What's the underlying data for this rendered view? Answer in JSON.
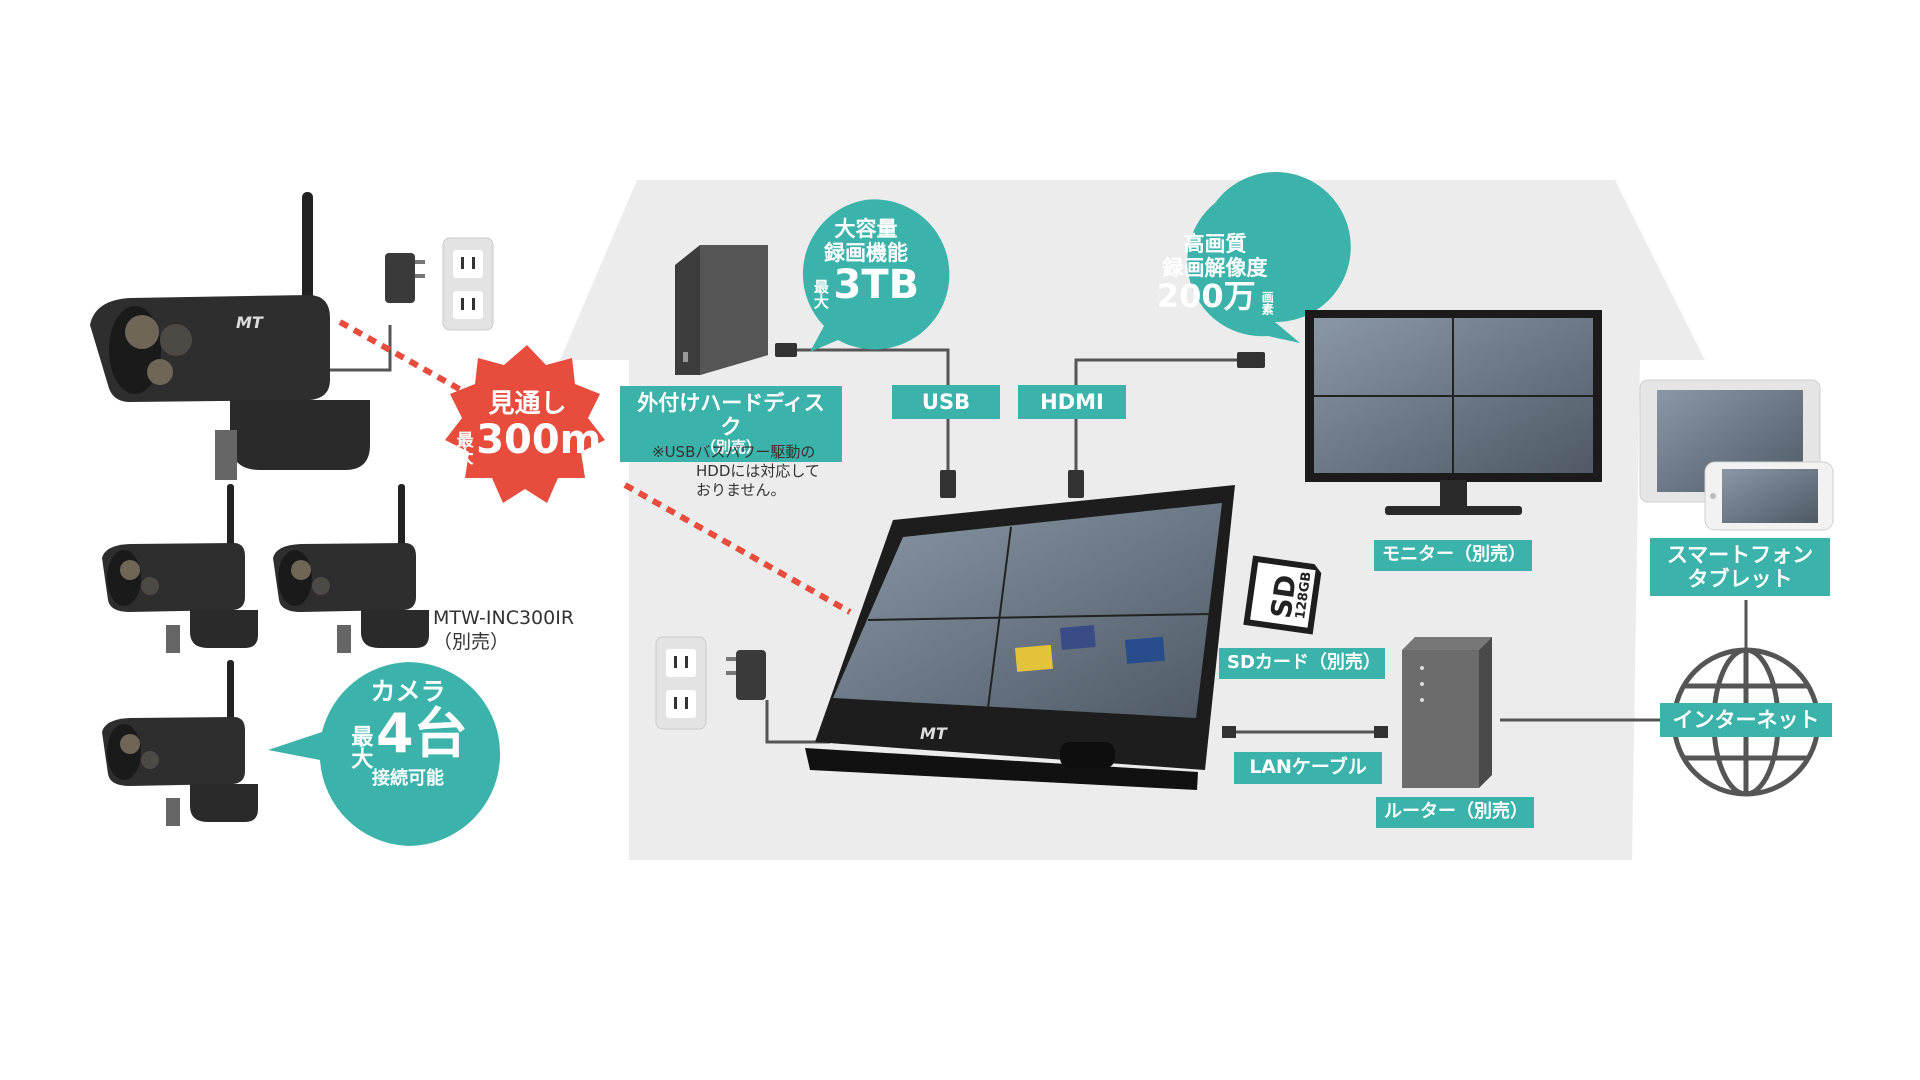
{
  "colors": {
    "teal": "#3bb3aa",
    "red": "#e74c3c",
    "house_bg": "#ececec",
    "device_dark": "#2a2a2a",
    "cable": "#555555"
  },
  "icons": {
    "camera": "security-camera-icon",
    "adapter": "ac-adapter-icon",
    "outlet": "wall-outlet-icon",
    "hdd": "external-hdd-icon",
    "monitor": "monitor-icon",
    "tablet": "tablet-icon",
    "router": "router-icon",
    "globe": "globe-icon",
    "sd": "sd-card-icon"
  },
  "bubbles": {
    "range": {
      "line1": "見通し",
      "prefix": "最大",
      "value": "300m"
    },
    "storage": {
      "line1": "大容量",
      "line2": "録画機能",
      "prefix": "最大",
      "value": "3TB"
    },
    "resolution": {
      "line1": "高画質",
      "line2": "録画解像度",
      "value": "200万",
      "suffix": "画素"
    },
    "cameras": {
      "line1": "カメラ",
      "prefix": "最大",
      "value": "4台",
      "line3": "接続可能"
    }
  },
  "labels": {
    "hdd": "外付けハードディスク",
    "hdd_sub": "（別売）",
    "usb": "USB",
    "hdmi": "HDMI",
    "monitor": "モニター（別売）",
    "smartphone": "スマートフォン",
    "tablet": "タブレット",
    "sd": "SDカード（別売）",
    "lan": "LANケーブル",
    "router": "ルーター（別売）",
    "internet": "インターネット"
  },
  "notes": {
    "hdd_note_1": "※USBバスパワー駆動の",
    "hdd_note_2": "HDDには対応して",
    "hdd_note_3": "おりません。",
    "camera_model": "MTW-INC300IR",
    "camera_model_sub": "（別売）"
  },
  "device_text": {
    "brand": "MT",
    "sd_type": "SD",
    "sd_capacity": "128GB"
  }
}
